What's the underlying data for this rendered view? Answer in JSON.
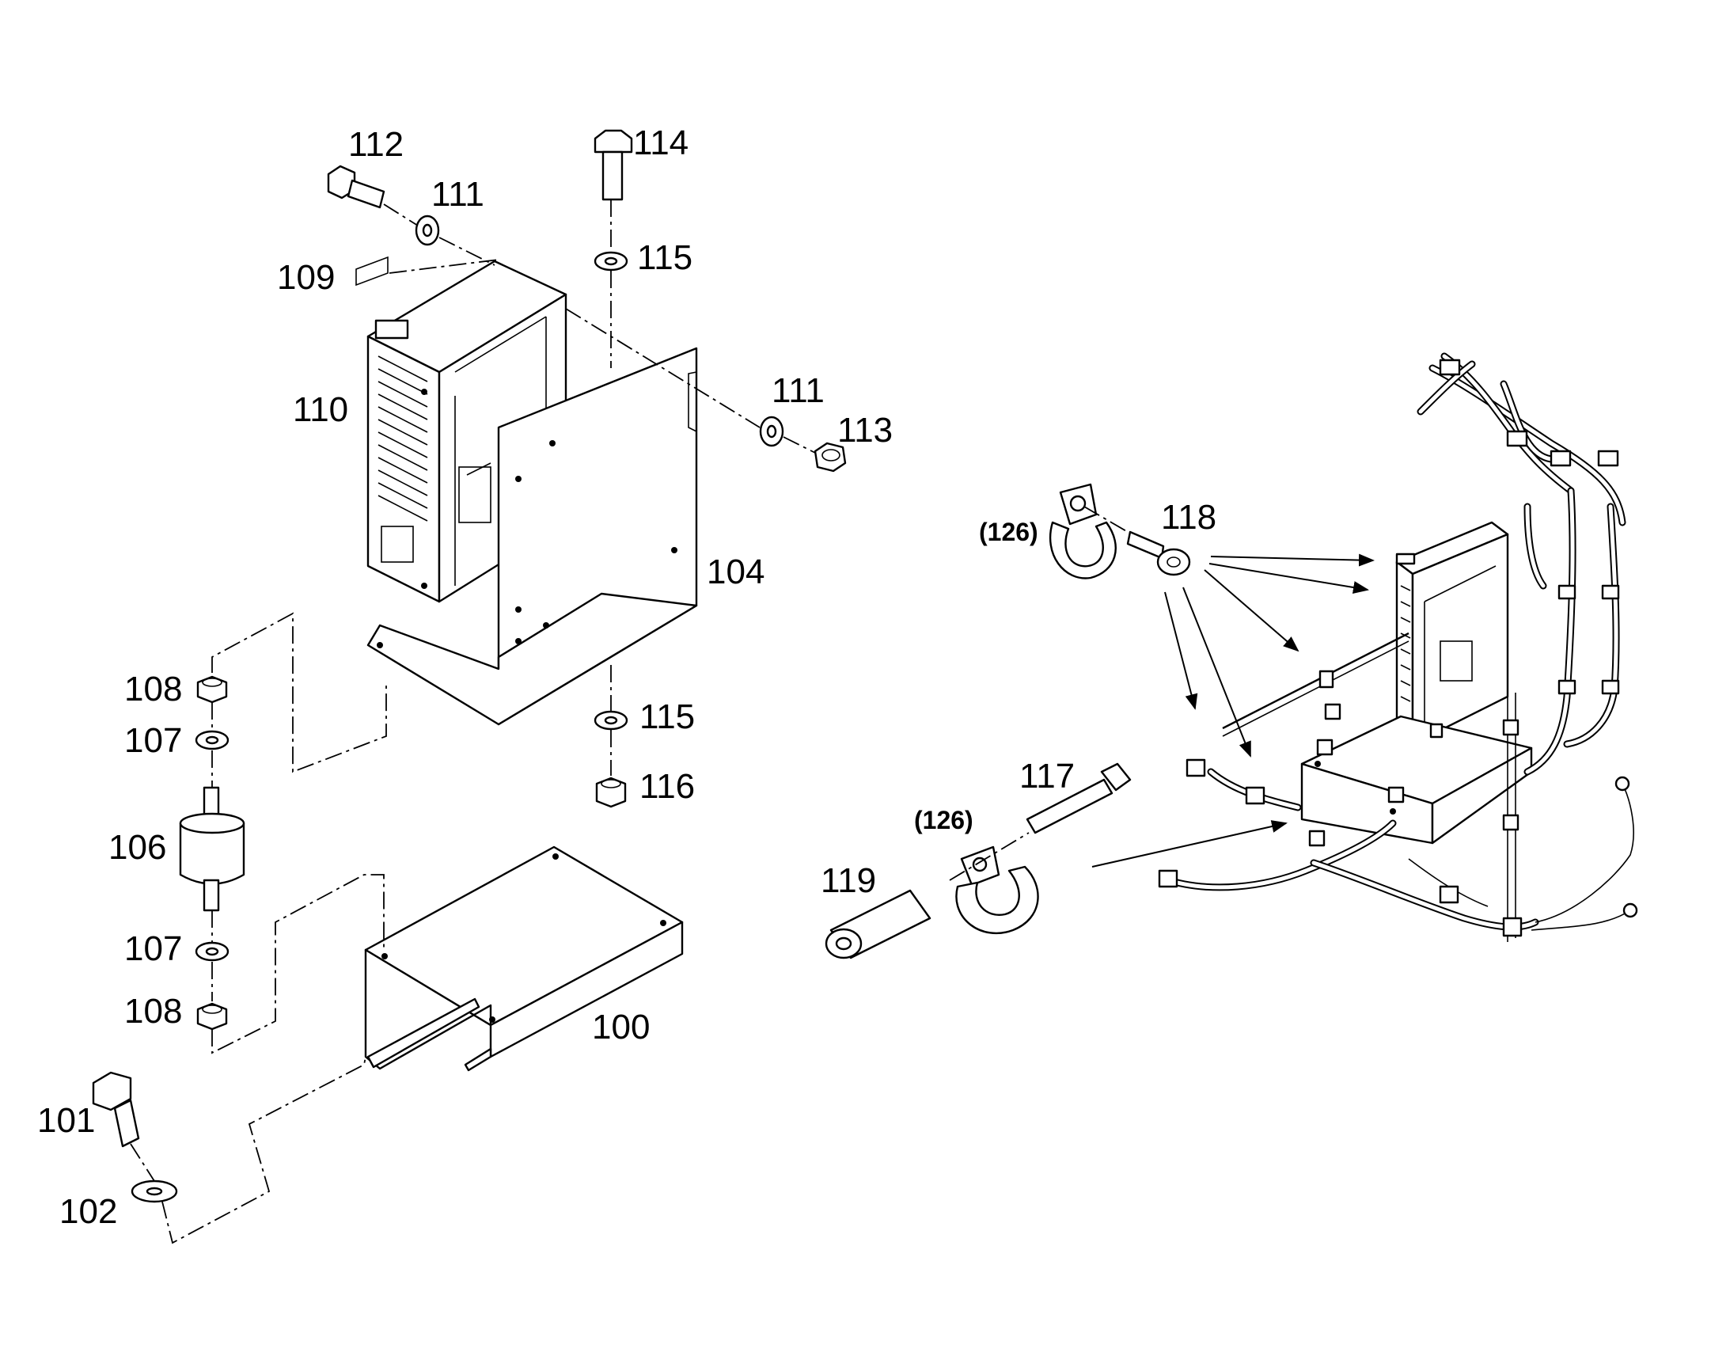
{
  "callouts": {
    "c100": "100",
    "c101": "101",
    "c102": "102",
    "c104": "104",
    "c106": "106",
    "c107a": "107",
    "c107b": "107",
    "c108a": "108",
    "c108b": "108",
    "c109": "109",
    "c110": "110",
    "c111a": "111",
    "c111b": "111",
    "c112": "112",
    "c113": "113",
    "c114": "114",
    "c115a": "115",
    "c115b": "115",
    "c116": "116",
    "c117": "117",
    "c118": "118",
    "c119": "119",
    "c126a": "(126)",
    "c126b": "(126)"
  }
}
